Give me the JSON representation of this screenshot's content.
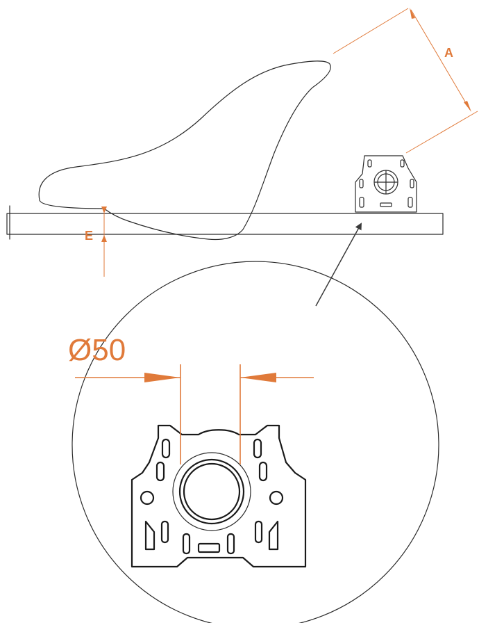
{
  "labels": {
    "dim_a": "A",
    "dim_e": "E",
    "diameter": "Ø50"
  },
  "colors": {
    "dimension": "#e07a3a",
    "outline": "#2a2a2a",
    "leader": "#3a3a3a",
    "background": "#ffffff"
  }
}
